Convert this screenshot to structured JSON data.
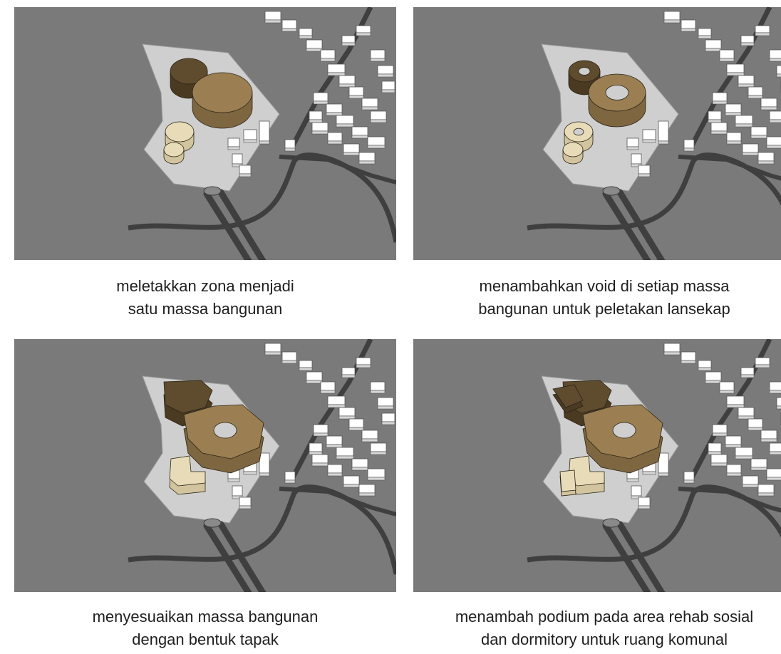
{
  "panels": [
    {
      "id": "p1",
      "stage": "zones-merged",
      "caption": [
        "meletakkan zona menjadi",
        "satu massa bangunan"
      ]
    },
    {
      "id": "p2",
      "stage": "voids-added",
      "caption": [
        "menambahkan void di setiap massa",
        "bangunan untuk peletakan lansekap"
      ]
    },
    {
      "id": "p3",
      "stage": "site-fit",
      "caption": [
        "menyesuaikan massa bangunan",
        "dengan bentuk tapak"
      ]
    },
    {
      "id": "p4",
      "stage": "podium-added",
      "caption": [
        "menambah podium pada area rehab sosial",
        "dan dormitory untuk ruang komunal"
      ]
    }
  ],
  "colors": {
    "ground": "#7a7a7a",
    "site": "#cfcfcf",
    "road": "#3f3f3f",
    "building": "#ffffff",
    "mass_dark": "#6b5536",
    "mass_mid": "#a08456",
    "mass_light": "#e8dcb8"
  }
}
